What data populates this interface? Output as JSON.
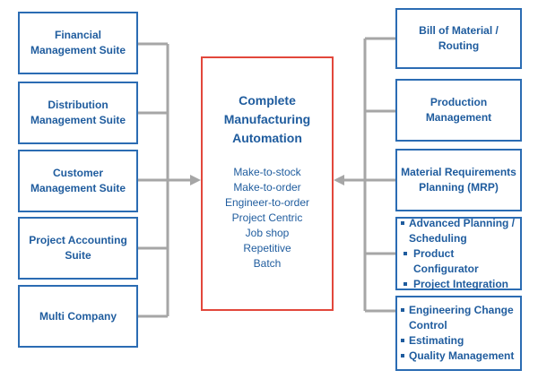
{
  "center": {
    "title_lines": [
      "Complete",
      "Manufacturing",
      "Automation"
    ],
    "items": [
      "Make-to-stock",
      "Make-to-order",
      "Engineer-to-order",
      "Project Centric",
      "Job shop",
      "Repetitive",
      "Batch"
    ]
  },
  "left": [
    [
      "Financial",
      "Management Suite"
    ],
    [
      "Distribution",
      "Management Suite"
    ],
    [
      "Customer",
      "Management Suite"
    ],
    [
      "Project Accounting",
      "Suite"
    ],
    [
      "Multi Company"
    ]
  ],
  "right": {
    "bom": [
      "Bill of Material /",
      "Routing"
    ],
    "production": [
      "Production",
      "Management"
    ],
    "mrp": [
      "Material Requirements",
      "Planning (MRP)"
    ],
    "planning_list": [
      "Advanced Planning /",
      "Scheduling",
      "Product Configurator",
      "Project Integration"
    ],
    "engineering_list": [
      "Engineering Change",
      "Control",
      "Estimating",
      "Quality Management"
    ]
  },
  "colors": {
    "box_border": "#2b6cb3",
    "text": "#1f5c9e",
    "center_border": "#e2473b",
    "connector": "#a6a6a6"
  }
}
